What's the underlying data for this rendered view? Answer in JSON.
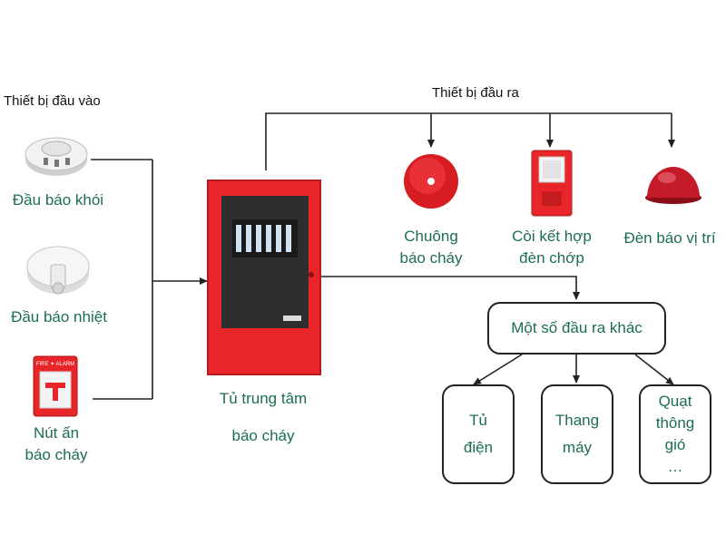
{
  "inputs": {
    "heading": "Thiết bị đầu vào",
    "smoke_detector": "Đầu báo khói",
    "heat_detector": "Đầu báo nhiệt",
    "call_point": "Nút ấn\nbáo cháy",
    "call_point_sign": "FIRE ✦ ALARM"
  },
  "panel": {
    "line1": "Tủ trung tâm",
    "line2": "báo cháy"
  },
  "outputs": {
    "heading": "Thiết bị đầu ra",
    "bell": "Chuông\nbáo cháy",
    "horn_strobe": "Còi kết hợp\nđèn chớp",
    "beacon": "Đèn báo vị trí"
  },
  "other_outputs": {
    "title": "Một số đầu ra khác",
    "items": [
      "Tủ\nđiện",
      "Thang\nmáy",
      "Quạt\nthông\ngió\n…"
    ]
  },
  "colors": {
    "panel_red": "#e8262a",
    "label_green": "#1d6e50",
    "line": "#222222"
  }
}
